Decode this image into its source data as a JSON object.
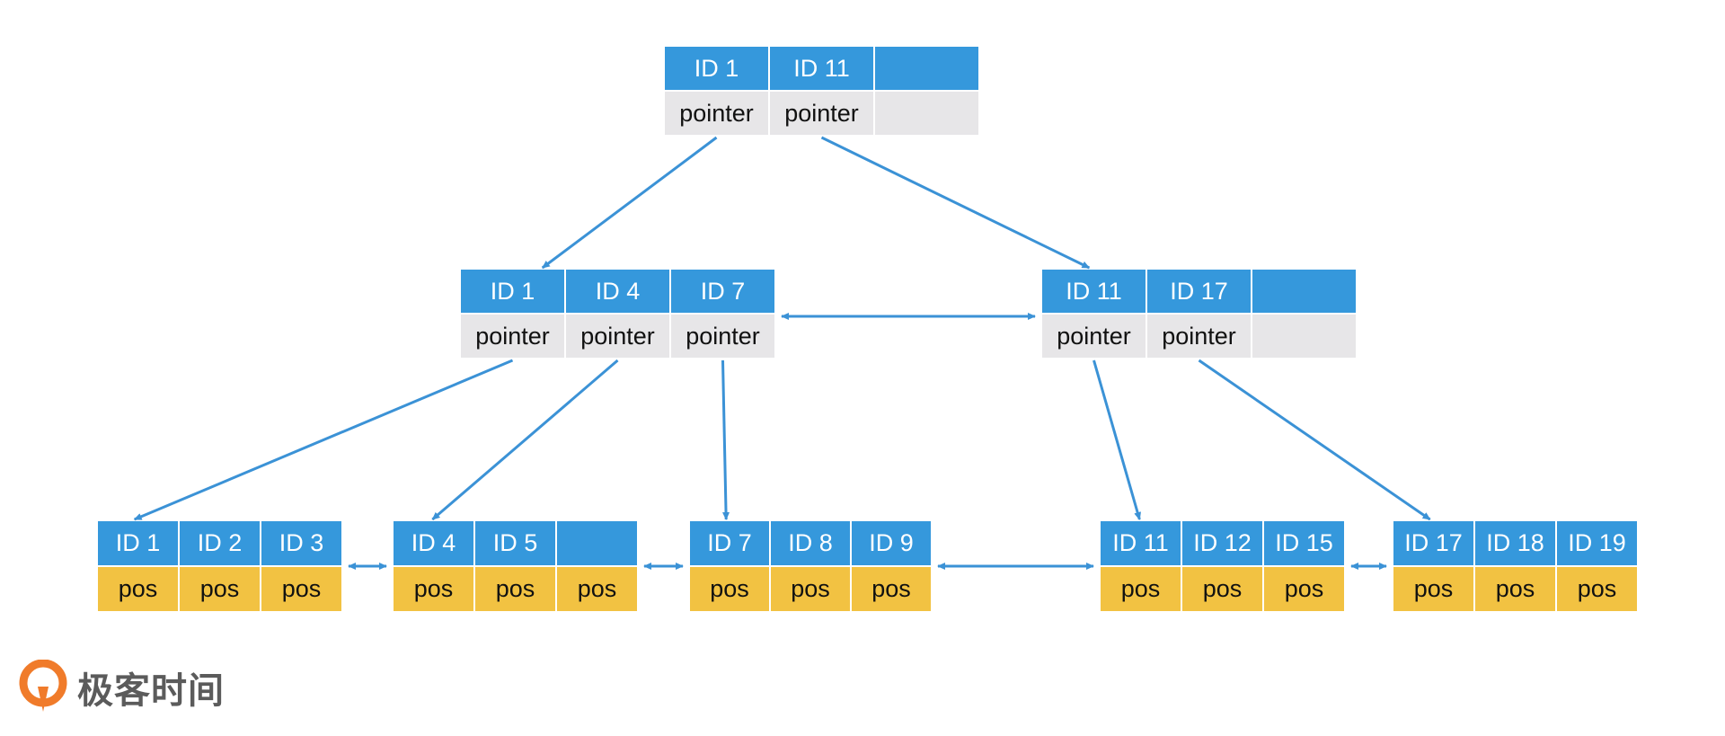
{
  "colors": {
    "key_fill": "#3598dc",
    "pointer_fill": "#e7e6e8",
    "pos_fill": "#f2c242",
    "arrow": "#3b92d6",
    "logo_accent": "#f07b2a",
    "logo_text": "#5b5b5b"
  },
  "logo": {
    "text": "极客时间",
    "icon": "geektime-logo-icon"
  },
  "tree": {
    "root": {
      "keys": [
        "ID 1",
        "ID 11",
        ""
      ],
      "pointers": [
        "pointer",
        "pointer",
        ""
      ]
    },
    "internal": [
      {
        "keys": [
          "ID 1",
          "ID 4",
          "ID 7"
        ],
        "pointers": [
          "pointer",
          "pointer",
          "pointer"
        ]
      },
      {
        "keys": [
          "ID 11",
          "ID 17",
          ""
        ],
        "pointers": [
          "pointer",
          "pointer",
          ""
        ]
      }
    ],
    "leaves": [
      {
        "keys": [
          "ID 1",
          "ID 2",
          "ID 3"
        ],
        "values": [
          "pos",
          "pos",
          "pos"
        ]
      },
      {
        "keys": [
          "ID 4",
          "ID 5",
          ""
        ],
        "values": [
          "pos",
          "pos",
          "pos"
        ]
      },
      {
        "keys": [
          "ID 7",
          "ID 8",
          "ID 9"
        ],
        "values": [
          "pos",
          "pos",
          "pos"
        ]
      },
      {
        "keys": [
          "ID 11",
          "ID 12",
          "ID 15"
        ],
        "values": [
          "pos",
          "pos",
          "pos"
        ]
      },
      {
        "keys": [
          "ID 17",
          "ID 18",
          "ID 19"
        ],
        "values": [
          "pos",
          "pos",
          "pos"
        ]
      }
    ]
  },
  "edges": [
    {
      "from": "root",
      "slot": 0,
      "to": "internal-0"
    },
    {
      "from": "root",
      "slot": 1,
      "to": "internal-1"
    },
    {
      "from": "internal-0",
      "slot": 0,
      "to": "leaf-0"
    },
    {
      "from": "internal-0",
      "slot": 1,
      "to": "leaf-1"
    },
    {
      "from": "internal-0",
      "slot": 2,
      "to": "leaf-2"
    },
    {
      "from": "internal-1",
      "slot": 0,
      "to": "leaf-3"
    },
    {
      "from": "internal-1",
      "slot": 1,
      "to": "leaf-4"
    }
  ],
  "sibling_links": [
    [
      "internal-0",
      "internal-1"
    ],
    [
      "leaf-0",
      "leaf-1"
    ],
    [
      "leaf-1",
      "leaf-2"
    ],
    [
      "leaf-2",
      "leaf-3"
    ],
    [
      "leaf-3",
      "leaf-4"
    ]
  ]
}
